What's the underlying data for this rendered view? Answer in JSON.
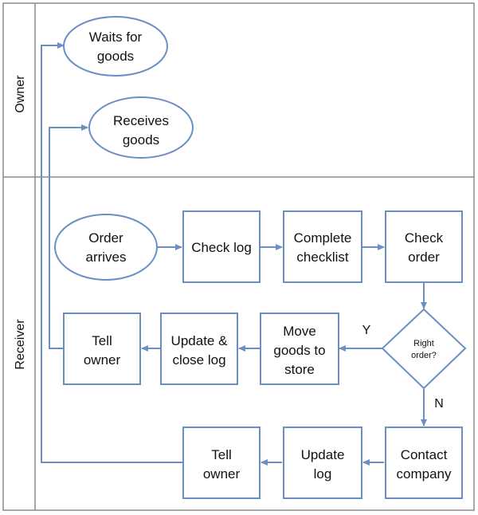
{
  "lanes": {
    "owner": "Owner",
    "receiver": "Receiver"
  },
  "nodes": {
    "waits_for_goods": [
      "Waits for",
      "goods"
    ],
    "receives_goods": [
      "Receives",
      "goods"
    ],
    "order_arrives": [
      "Order",
      "arrives"
    ],
    "check_log": [
      "Check log"
    ],
    "complete_checklist": [
      "Complete",
      "checklist"
    ],
    "check_order": [
      "Check",
      "order"
    ],
    "right_order": [
      "Right",
      "order?"
    ],
    "move_goods": [
      "Move",
      "goods to",
      "store"
    ],
    "update_close_log": [
      "Update &",
      "close log"
    ],
    "tell_owner_1": [
      "Tell",
      "owner"
    ],
    "contact_company": [
      "Contact",
      "company"
    ],
    "update_log": [
      "Update",
      "log"
    ],
    "tell_owner_2": [
      "Tell",
      "owner"
    ]
  },
  "branches": {
    "yes": "Y",
    "no": "N"
  },
  "colors": {
    "shape_stroke": "#6a8fc4",
    "lane_stroke": "#8a8a8a",
    "arrow": "#6a8fc4"
  }
}
